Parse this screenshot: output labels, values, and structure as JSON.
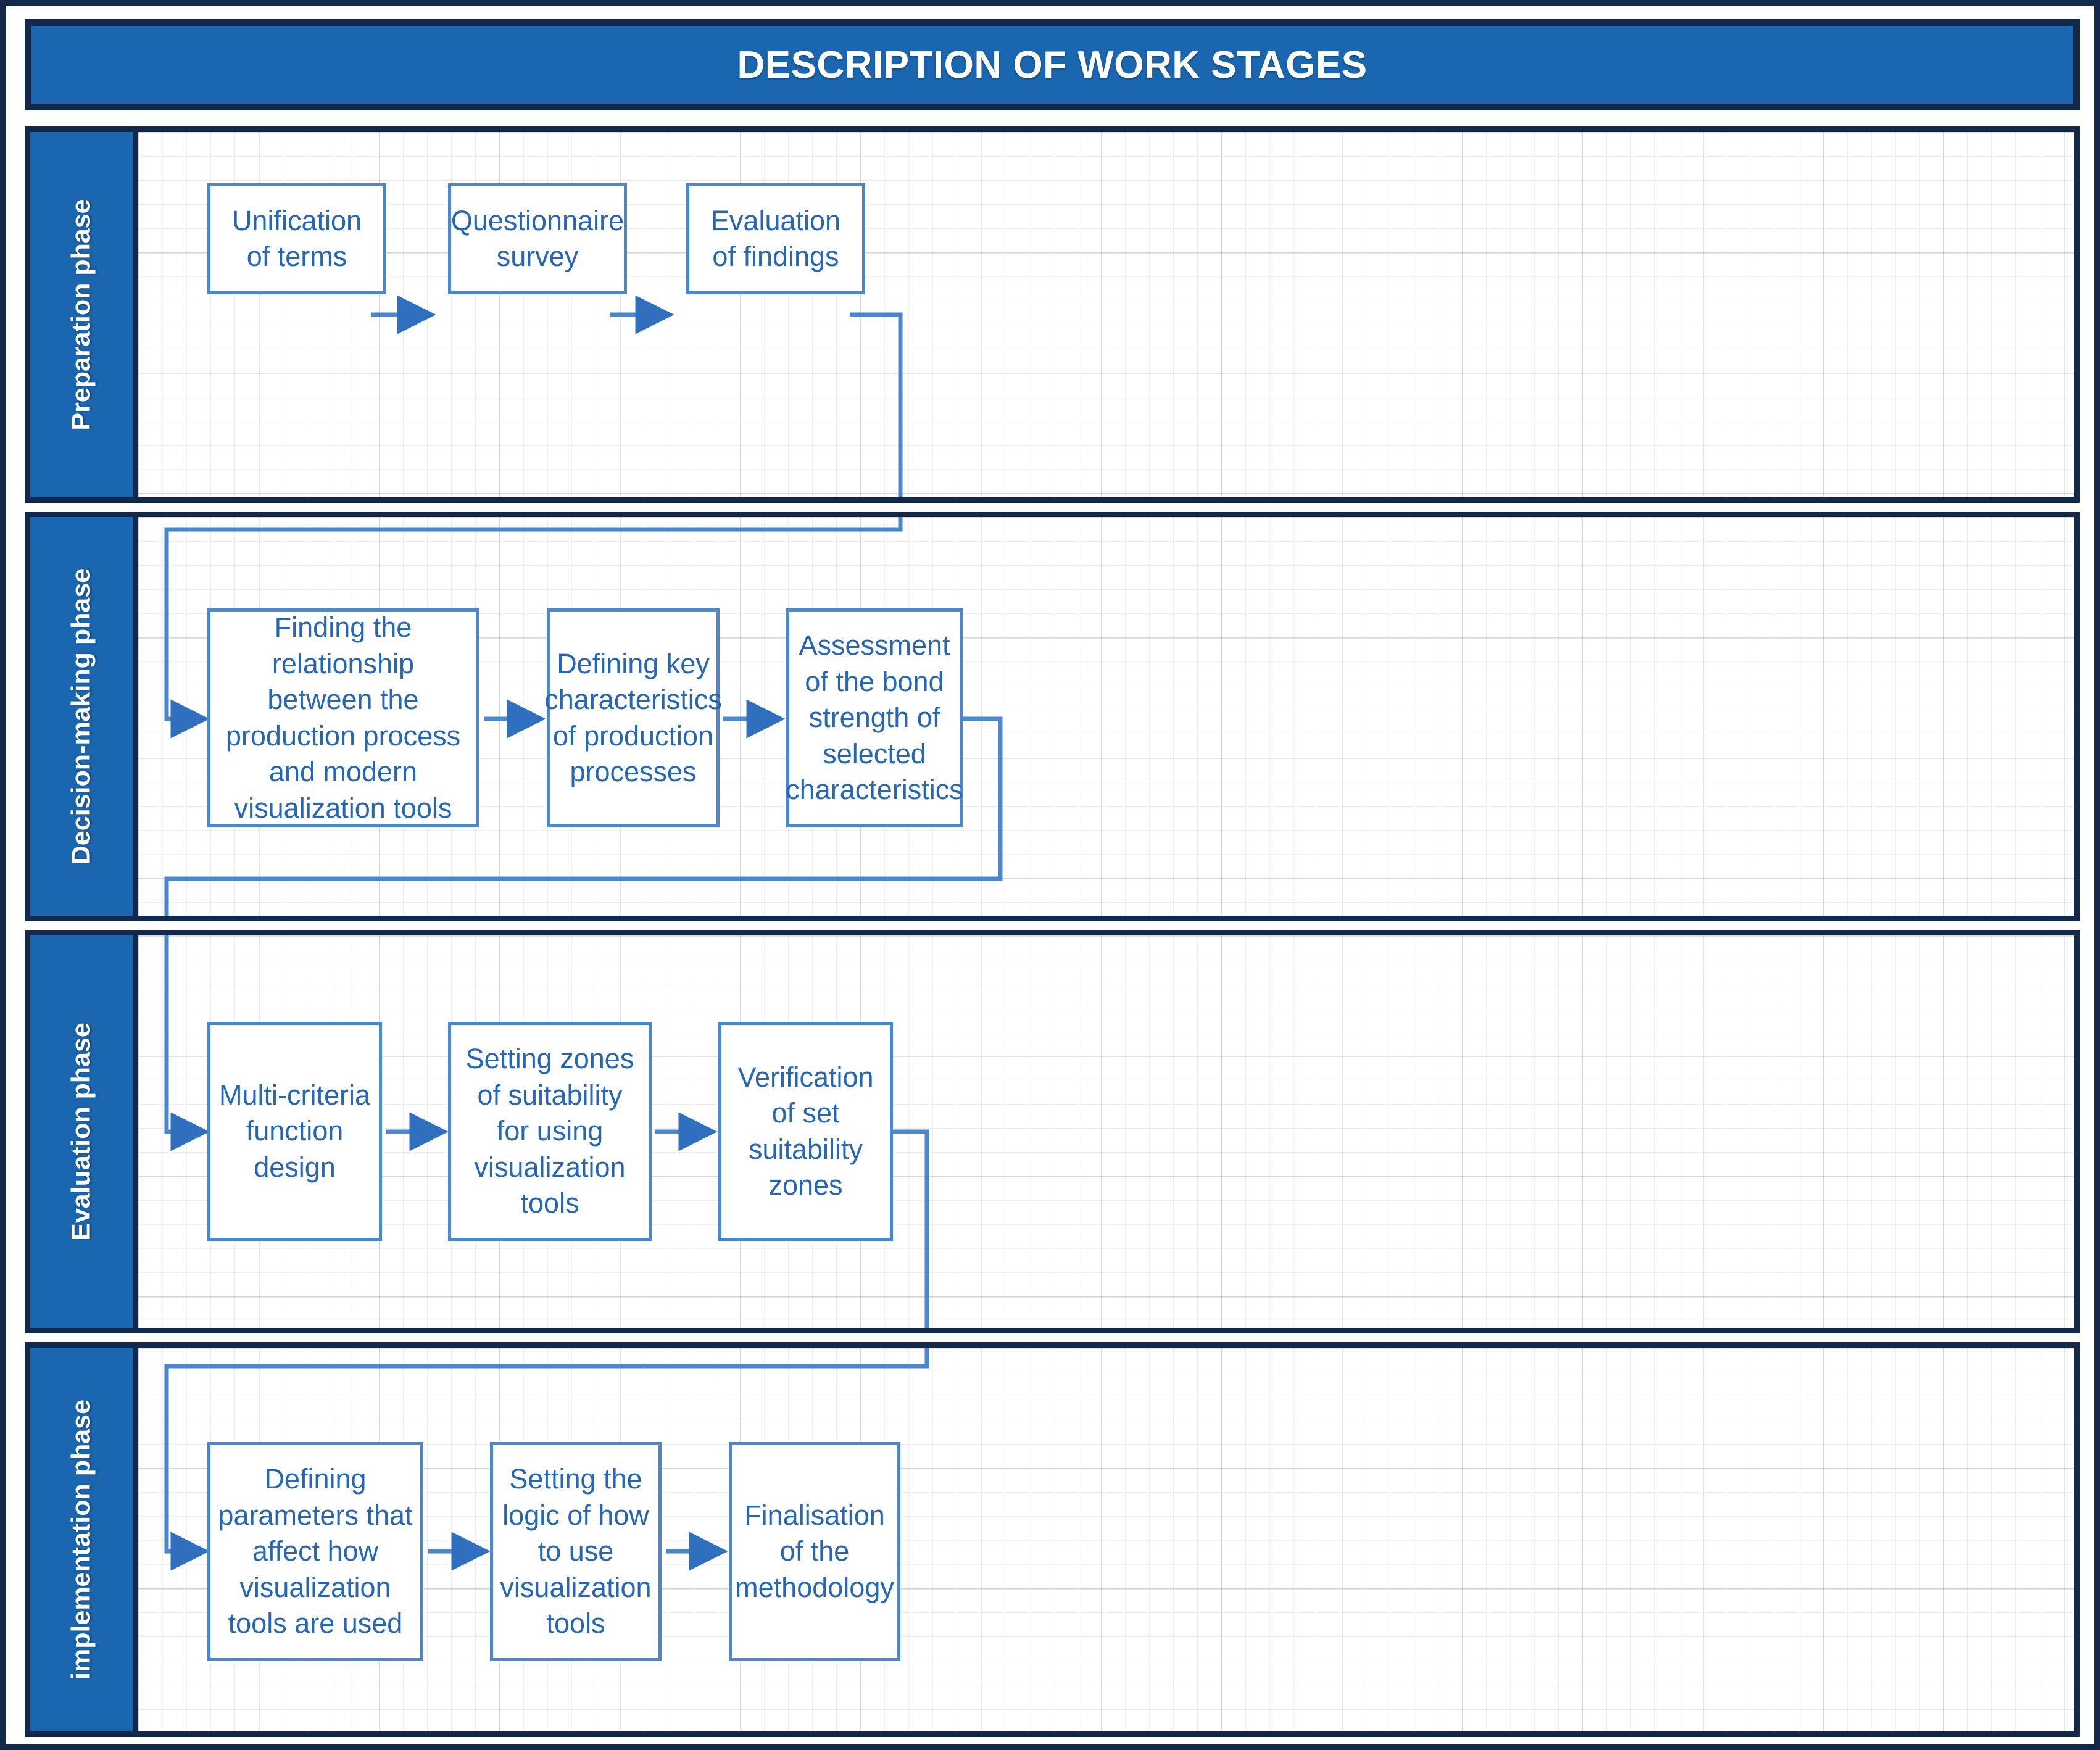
{
  "header": {
    "title": "DESCRIPTION OF WORK STAGES"
  },
  "colors": {
    "header_bg": "#1A67B0",
    "frame_border": "#13294B",
    "node_border": "#4A87CE",
    "node_text": "#2566B5",
    "connector": "#4A87CE",
    "canvas_bg": "#FFFFFF"
  },
  "phases": [
    {
      "label": "Preparation phase",
      "nodes": [
        {
          "id": "unification-of-terms",
          "text": "Unification of terms"
        },
        {
          "id": "questionnaire-survey",
          "text": "Questionnaire survey"
        },
        {
          "id": "evaluation-of-findings",
          "text": "Evaluation of findings"
        }
      ]
    },
    {
      "label": "Decision-making phase",
      "nodes": [
        {
          "id": "finding-the-relationship",
          "text": "Finding the relationship between the production process and modern visualization tools"
        },
        {
          "id": "defining-key-characteristics",
          "text": "Defining key characteristics of production processes"
        },
        {
          "id": "assessment-of-bond-strength",
          "text": "Assessment of the bond strength of selected characteristics"
        }
      ]
    },
    {
      "label": "Evaluation phase",
      "nodes": [
        {
          "id": "multi-criteria-function-design",
          "text": "Multi-criteria function design"
        },
        {
          "id": "setting-zones-of-suitability",
          "text": "Setting zones of suitability for using visualization tools"
        },
        {
          "id": "verification-of-set-suitability-zones",
          "text": "Verification of set suitability zones"
        }
      ]
    },
    {
      "label": "implementation phase",
      "nodes": [
        {
          "id": "defining-parameters",
          "text": "Defining parameters that affect how visualization tools are used"
        },
        {
          "id": "setting-the-logic",
          "text": "Setting the logic of how to use visualization tools"
        },
        {
          "id": "finalisation-of-the-methodology",
          "text": "Finalisation of the methodology"
        }
      ]
    }
  ],
  "flow": {
    "sequence": [
      "Unification of terms",
      "Questionnaire survey",
      "Evaluation of findings",
      "Finding the relationship between the production process and modern visualization tools",
      "Defining key characteristics of production processes",
      "Assessment of the bond strength of selected characteristics",
      "Multi-criteria function design",
      "Setting zones of suitability for using visualization tools",
      "Verification of set suitability zones",
      "Defining parameters that affect how visualization tools are used",
      "Setting the logic of how to use visualization tools",
      "Finalisation of the methodology"
    ]
  }
}
